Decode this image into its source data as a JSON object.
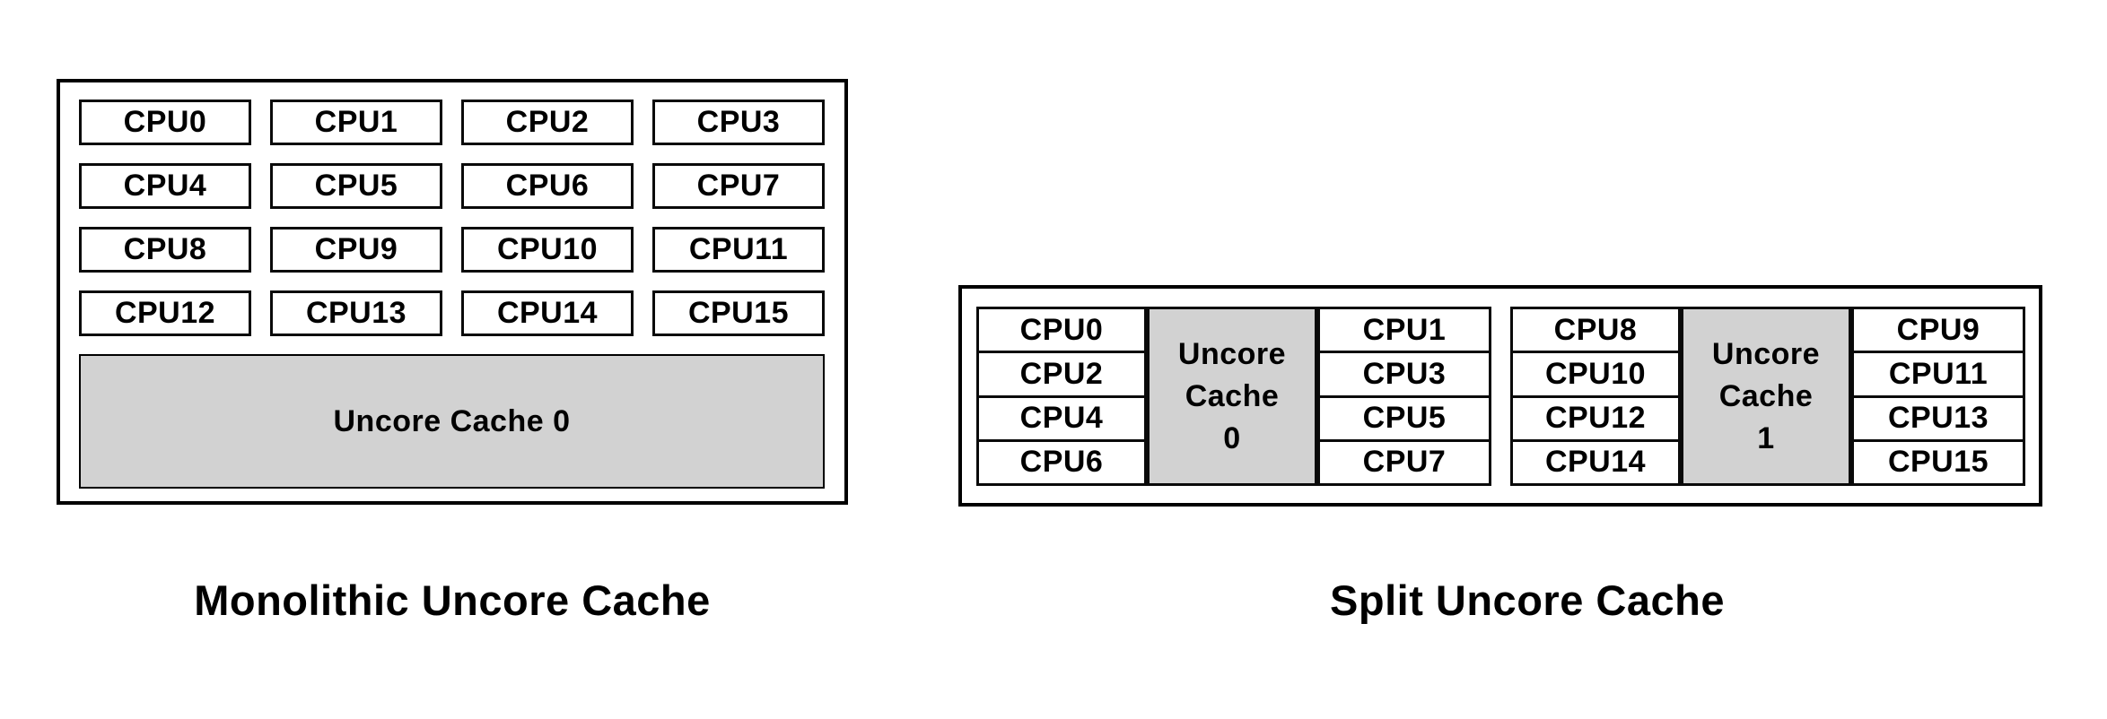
{
  "colors": {
    "background": "#ffffff",
    "border": "#000000",
    "uncore_fill": "#d2d2d2",
    "text": "#000000"
  },
  "monolithic": {
    "caption": "Monolithic Uncore Cache",
    "cpus": [
      "CPU0",
      "CPU1",
      "CPU2",
      "CPU3",
      "CPU4",
      "CPU5",
      "CPU6",
      "CPU7",
      "CPU8",
      "CPU9",
      "CPU10",
      "CPU11",
      "CPU12",
      "CPU13",
      "CPU14",
      "CPU15"
    ],
    "uncore_label": "Uncore Cache 0"
  },
  "split": {
    "caption": "Split Uncore Cache",
    "clusters": [
      {
        "left_cpus": [
          "CPU0",
          "CPU2",
          "CPU4",
          "CPU6"
        ],
        "uncore_lines": [
          "Uncore",
          "Cache",
          "0"
        ],
        "right_cpus": [
          "CPU1",
          "CPU3",
          "CPU5",
          "CPU7"
        ]
      },
      {
        "left_cpus": [
          "CPU8",
          "CPU10",
          "CPU12",
          "CPU14"
        ],
        "uncore_lines": [
          "Uncore",
          "Cache",
          "1"
        ],
        "right_cpus": [
          "CPU9",
          "CPU11",
          "CPU13",
          "CPU15"
        ]
      }
    ]
  }
}
